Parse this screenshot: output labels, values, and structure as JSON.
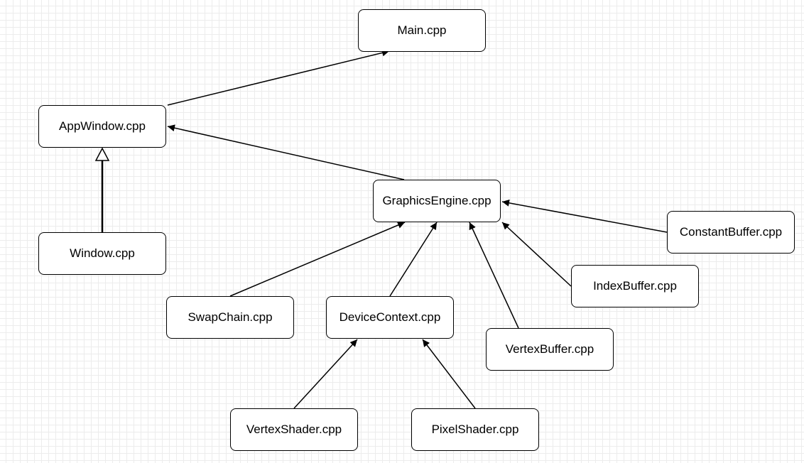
{
  "nodes": {
    "main": "Main.cpp",
    "appwindow": "AppWindow.cpp",
    "window": "Window.cpp",
    "graphics_engine": "GraphicsEngine.cpp",
    "constant_buffer": "ConstantBuffer.cpp",
    "index_buffer": "IndexBuffer.cpp",
    "swap_chain": "SwapChain.cpp",
    "device_context": "DeviceContext.cpp",
    "vertex_buffer": "VertexBuffer.cpp",
    "vertex_shader": "VertexShader.cpp",
    "pixel_shader": "PixelShader.cpp"
  },
  "edges": [
    {
      "from": "AppWindow.cpp",
      "to": "Main.cpp",
      "type": "association"
    },
    {
      "from": "Window.cpp",
      "to": "AppWindow.cpp",
      "type": "inheritance"
    },
    {
      "from": "GraphicsEngine.cpp",
      "to": "AppWindow.cpp",
      "type": "association"
    },
    {
      "from": "ConstantBuffer.cpp",
      "to": "GraphicsEngine.cpp",
      "type": "association"
    },
    {
      "from": "IndexBuffer.cpp",
      "to": "GraphicsEngine.cpp",
      "type": "association"
    },
    {
      "from": "VertexBuffer.cpp",
      "to": "GraphicsEngine.cpp",
      "type": "association"
    },
    {
      "from": "DeviceContext.cpp",
      "to": "GraphicsEngine.cpp",
      "type": "association"
    },
    {
      "from": "SwapChain.cpp",
      "to": "GraphicsEngine.cpp",
      "type": "association"
    },
    {
      "from": "VertexShader.cpp",
      "to": "DeviceContext.cpp",
      "type": "association"
    },
    {
      "from": "PixelShader.cpp",
      "to": "DeviceContext.cpp",
      "type": "association"
    }
  ]
}
